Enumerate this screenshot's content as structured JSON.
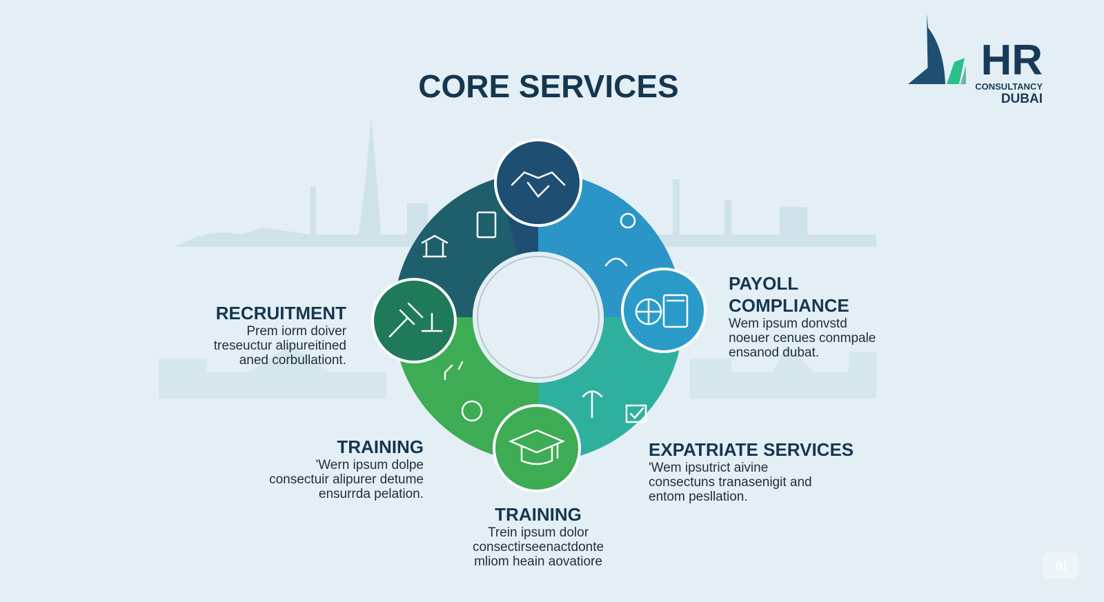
{
  "header": {
    "title": "CORE SERVICES"
  },
  "logo": {
    "main": "HR",
    "sub": "CONSULTANCY",
    "city": "DUBAI"
  },
  "services": [
    {
      "title": "RECRUITMENT",
      "lines": [
        "Prem iorm doiver",
        "treseuctur alipureitined",
        "aned corbullationt."
      ]
    },
    {
      "title": "PAYOLL",
      "title2": "COMPLIANCE",
      "lines": [
        "Wem ipsum donvstd",
        "noeuer cenues conmpale",
        "ensanod dubat."
      ]
    },
    {
      "title": "TRAINING",
      "lines": [
        "'Wern ipsum dolpe",
        "consectuir alipurer detume",
        "ensurrda pelation."
      ]
    },
    {
      "title": "EXPATRIATE SERVICES",
      "lines": [
        "'Wem ipsutrict aivine",
        "consectuns tranasenigit and",
        "entom pesllation."
      ]
    },
    {
      "title": "TRAINING",
      "lines": [
        "Trein ipsum dolor",
        "consectirseenactdonte",
        "mliom heain aovatiore"
      ]
    }
  ],
  "badge": {
    "label": "ai"
  },
  "colors": {
    "navy": "#1e4f73",
    "teal_dark": "#1f5f6b",
    "blue": "#2a95c6",
    "teal": "#2fb09e",
    "green": "#3eab55",
    "green_dark": "#1f7a5a"
  }
}
